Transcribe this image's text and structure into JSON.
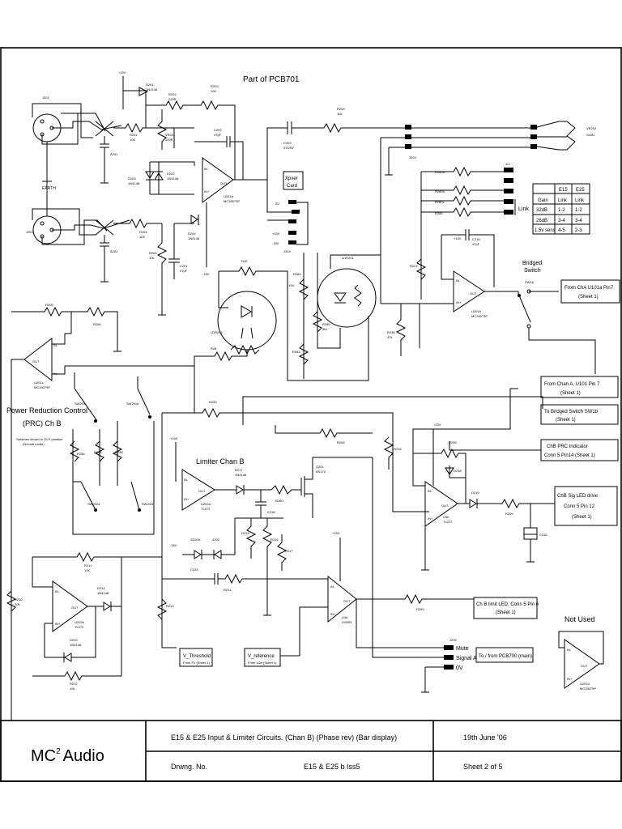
{
  "title": "Part of PCB701",
  "blocks": {
    "xover": [
      "Xpver",
      "Card"
    ],
    "bridged": [
      "Bridged",
      "Switch"
    ],
    "link": "Link",
    "prc": [
      "Power Reduction Control",
      "(PRC) Ch B"
    ],
    "prc_note": [
      "Switches shown in OUT position",
      "(Normal mode)"
    ],
    "limiter": "Limiter Chan B",
    "not_used": "Not Used"
  },
  "link_table": {
    "headers": [
      "",
      "E15",
      "E25"
    ],
    "rows": [
      [
        "Gain",
        "Link",
        "Link"
      ],
      [
        "32dB",
        "1-2",
        "1-2"
      ],
      [
        "26dB",
        "3-4",
        "3-4"
      ],
      [
        "1.5v sens",
        "4-5",
        "2-3"
      ]
    ]
  },
  "offsheet": {
    "from_cha_u101a": [
      "From ChA U101a Pin7",
      "(Sheet 1)"
    ],
    "from_cha_u101": [
      "From Chan A, U101 Pin 7",
      "(Sheet 1)"
    ],
    "to_bridged_sw": [
      "To Bridged Switch SW1b",
      "(Sheet 1)"
    ],
    "prc_indicator": [
      "ChB PRC Indicator",
      "Conn 5 Pin14 (Sheet 1)"
    ],
    "sig_led": [
      "ChB Sig LED drive",
      "Conn 5 Pin 12",
      "(Sheet 1)"
    ],
    "limit_led": [
      "Ch B limit LED, Conn 5 Pin 6",
      "(Sheet 1)"
    ],
    "to_pcb700": "To / from PCB700 (main)",
    "v_threshold": [
      "V_Threshold",
      "From P1 (Sheet 1)"
    ],
    "v_reference": [
      "V_reference",
      "From U2a (Sheet 1)"
    ]
  },
  "connector_pins": [
    "Mute",
    "Signal A",
    "0V"
  ],
  "parts": {
    "j201": "J201",
    "j202": "J202",
    "earth": "EARTH",
    "d201": "D201",
    "d201v": "1N4148",
    "r203": "R203",
    "r203v": "10K",
    "r202": "R202",
    "r202v": "220R",
    "vr201": "VR201",
    "vr201v": "100R",
    "r201": "R201",
    "r201v": "10K",
    "a201": "A201",
    "a202": "A202",
    "c202": "C202",
    "c202v": "47pF",
    "d203": "D203",
    "d203v": "1N4148",
    "d202": "D202",
    "d202v": "1N4148",
    "u201": "U201a",
    "u201v": "MC33079P",
    "r204": "R204",
    "r204v": "10K",
    "r205": "R205",
    "r205v": "10k",
    "c201": "C201",
    "c201v": "47pF",
    "d204": "D204",
    "d204v": "1N4148",
    "c203": "C203",
    "c203v": "47/25V",
    "r209": "R209",
    "r209v": "1k5",
    "j203": "J203",
    "j204": "J204",
    "vr202": "VR202",
    "vr202v": "GAIN",
    "r240": "R40",
    "ldr202": "LDR202",
    "ldr201": "LDR201",
    "r284": "R284",
    "r285": "R285",
    "r285v": "5k1",
    "r283": "R283",
    "r236": "R236",
    "r236v": "47k",
    "r207": "R207",
    "r205b": "R205",
    "r206": "R206",
    "u201c": "U201c",
    "u201cv": "MC33079P",
    "u201b": "U201b",
    "u201bv": "MC33079P",
    "c216": "C216",
    "c216v": "47pF",
    "sw201": "SW201",
    "sw202a": "SW202a",
    "sw201b": "SW201b",
    "sw202b": "SW202b",
    "r233": "R233",
    "r28": "R28",
    "u202": "U202a",
    "u202v": "TL072",
    "d217": "D217",
    "d217v": "1N4148",
    "q201": "Q201",
    "q201v": "BS170",
    "r280": "R280",
    "c218": "C218",
    "z202": "Z202",
    "z203": "ZD205",
    "c224": "C224",
    "r214": "R214",
    "r213": "R213",
    "r216": "R216",
    "r217": "R217",
    "r210": "R210",
    "r210v": "20k",
    "r211": "R211",
    "r211v": "10K",
    "d214": "D214",
    "d214v": "1N4148",
    "u202b": "U202b",
    "u202bv": "TL072",
    "d215": "D215",
    "d215v": "1N4148",
    "r212": "R212",
    "r212v": "10k",
    "r215": "R215",
    "r208": "R208",
    "d218": "D218",
    "d219": "D219",
    "u4b": "U4b",
    "u4bv": "TL072",
    "r209b": "R209",
    "c215": "C215",
    "u4a": "U4a",
    "u4av": "LM393",
    "r269": "R269",
    "u201d": "U201d",
    "u201dv": "MC33079P",
    "j205": "J205"
  },
  "rails": {
    "plus": "+15V",
    "minus": "-15V"
  },
  "title_block": {
    "company": "MC",
    "company_sup": "2",
    "company_suffix": "Audio",
    "description": "E15 & E25  Input & Limiter Circuits. (Chan B) (Phase rev) (Bar display)",
    "date": "19th June '06",
    "drawing_label": "Drwng. No.",
    "drawing_no": "E15 & E25 b Iss5",
    "sheet": "Sheet  2  of  5"
  }
}
